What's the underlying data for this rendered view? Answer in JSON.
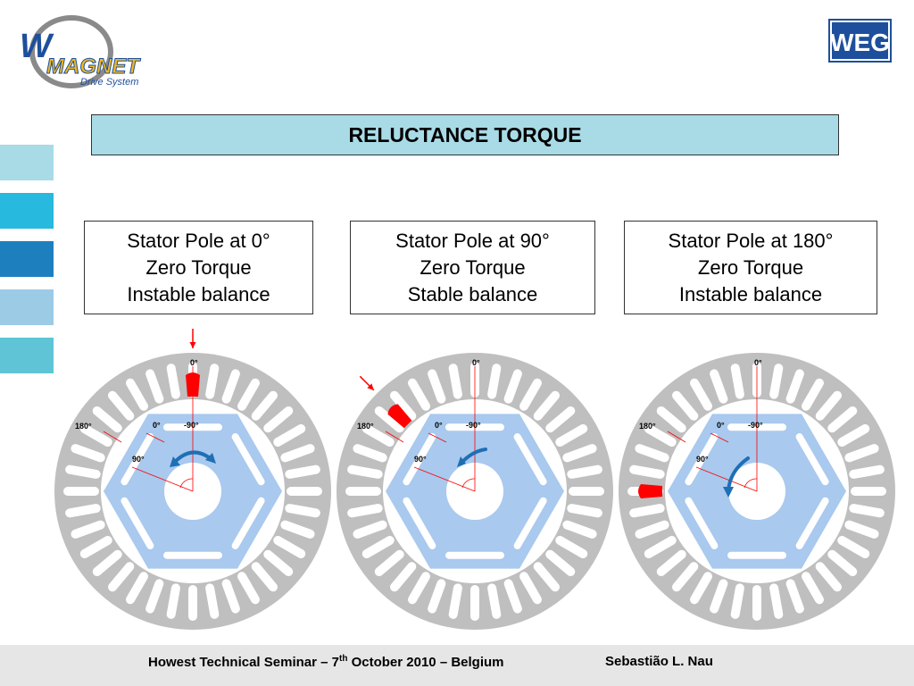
{
  "logo": {
    "letter": "W",
    "brand": "MAGNET",
    "tagline": "Drive System",
    "right_brand": "WEG"
  },
  "colors": {
    "title_bg": "#a8dbe6",
    "stator": "#bfbfbf",
    "rotor": "#a9c9ee",
    "pole_red": "#ff0000",
    "arrow_blue": "#1f6fb5",
    "footer_bg": "#e6e6e6",
    "side_tabs": [
      "#a8dbe6",
      "#27b9de",
      "#1e7fbf",
      "#9ccbe6",
      "#5ec4d6"
    ]
  },
  "title": "RELUCTANCE TORQUE",
  "panels": [
    {
      "heading": "Stator Pole at 0°",
      "torque": "Zero Torque",
      "balance": "Instable balance",
      "pole_angle_deg": 0,
      "rotation_arrow": "clockwise-top",
      "labels": {
        "stator_0": "0°",
        "stator_180": "180°",
        "rotor_0": "0°",
        "rotor_m90": "-90°",
        "rotor_90": "90°"
      }
    },
    {
      "heading": "Stator Pole at 90°",
      "torque": "Zero Torque",
      "balance": "Stable balance",
      "pole_angle_deg": 45,
      "rotation_arrow": "counterclockwise-top",
      "labels": {
        "stator_0": "0°",
        "stator_180": "180°",
        "rotor_0": "0°",
        "rotor_m90": "-90°",
        "rotor_90": "90°"
      }
    },
    {
      "heading": "Stator Pole at 180°",
      "torque": "Zero Torque",
      "balance": "Instable balance",
      "pole_angle_deg": 90,
      "rotation_arrow": "counterclockwise-left",
      "labels": {
        "stator_0": "0°",
        "stator_180": "180°",
        "rotor_0": "0°",
        "rotor_m90": "-90°",
        "rotor_90": "90°"
      }
    }
  ],
  "footer": {
    "seminar_pre": "Howest Technical Seminar – 7",
    "seminar_sup": "th",
    "seminar_post": " October 2010 – Belgium",
    "author": "Sebastião L. Nau"
  }
}
